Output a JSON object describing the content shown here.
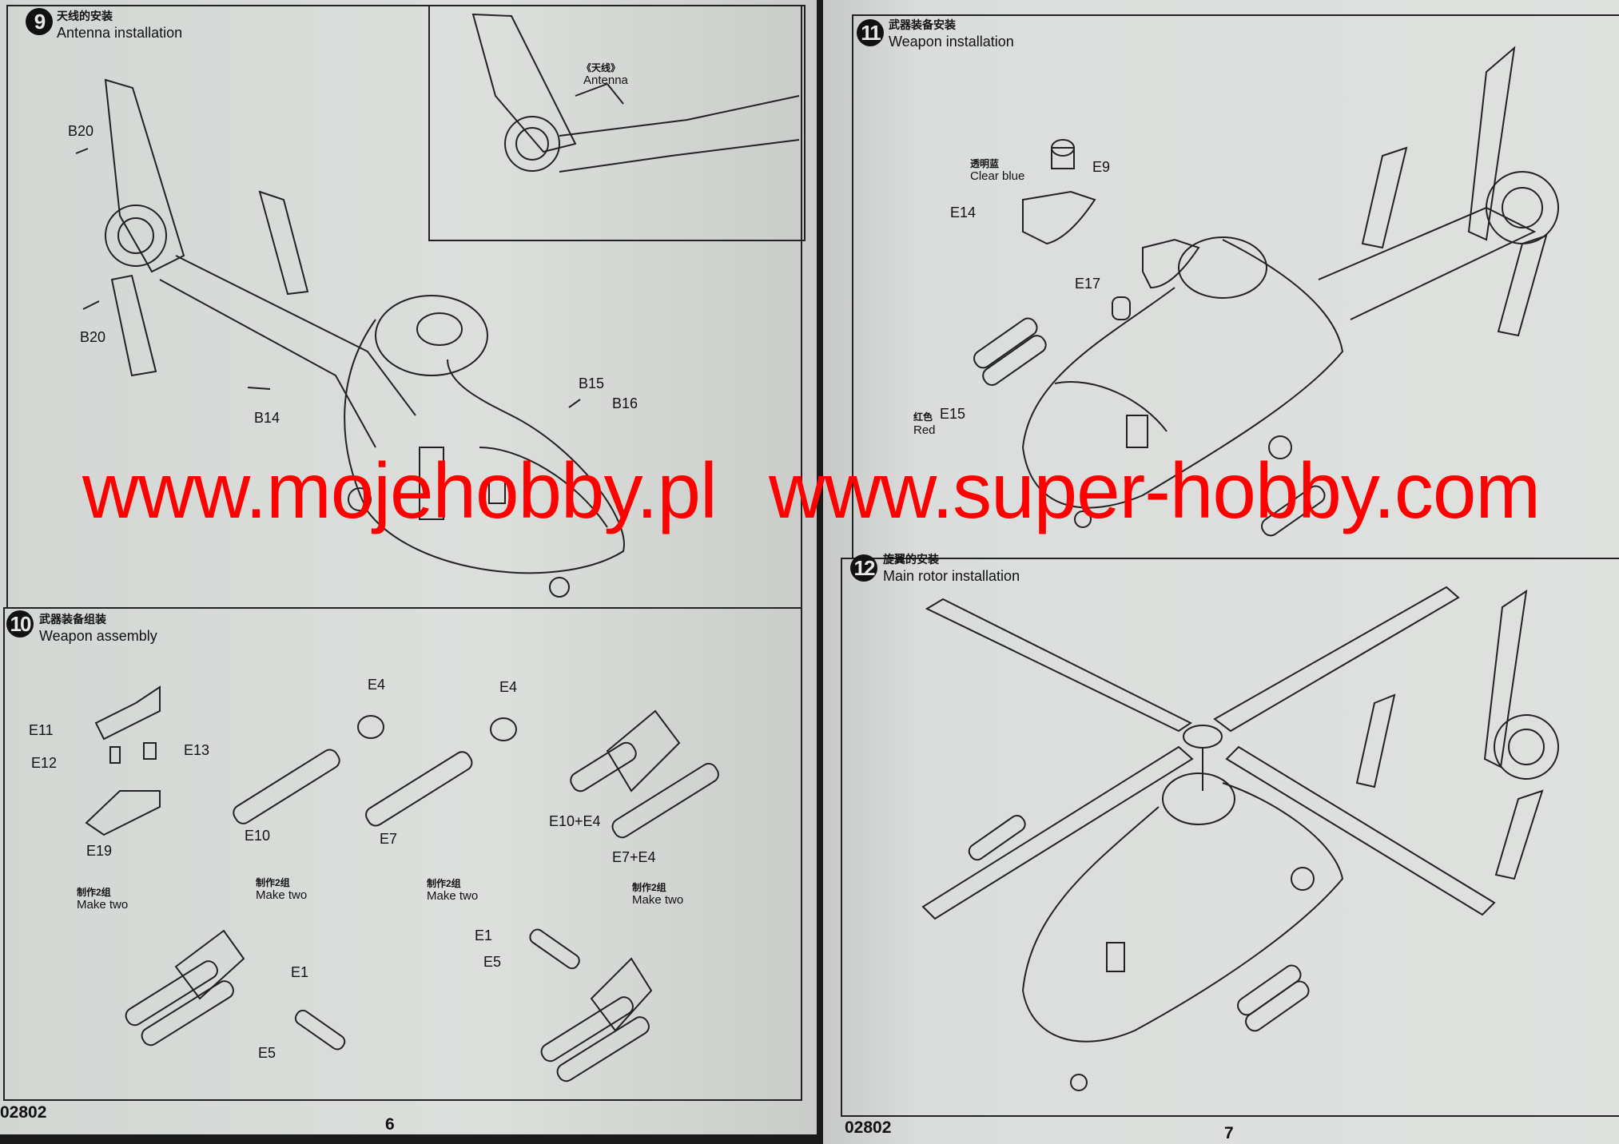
{
  "left_page": {
    "step9": {
      "number": "9",
      "title_cn": "天线的安装",
      "title_en": "Antenna installation",
      "inset_label_cn": "《天线》",
      "inset_label_en": "Antenna",
      "parts": [
        "B20",
        "B20",
        "B14",
        "B15",
        "B16"
      ]
    },
    "step10": {
      "number": "10",
      "title_cn": "武器装备组装",
      "title_en": "Weapon assembly",
      "parts": [
        "E11",
        "E12",
        "E13",
        "E19",
        "E4",
        "E4",
        "E10",
        "E7",
        "E10+E4",
        "E7+E4",
        "E1",
        "E5",
        "E1",
        "E5"
      ],
      "make_two_cn": "制作2组",
      "make_two_en": "Make two"
    },
    "footer_code": "02802",
    "page_number": "6"
  },
  "right_page": {
    "step11": {
      "number": "11",
      "title_cn": "武器装备安装",
      "title_en": "Weapon installation",
      "clear_blue_cn": "透明蓝",
      "clear_blue_en": "Clear blue",
      "red_cn": "红色",
      "red_en": "Red",
      "parts": [
        "E9",
        "E14",
        "E17",
        "E15"
      ]
    },
    "step12": {
      "number": "12",
      "title_cn": "旋翼的安装",
      "title_en": "Main rotor installation"
    },
    "footer_code": "02802",
    "page_number": "7"
  },
  "watermark": {
    "left": "www.mojehobby.pl",
    "right": "www.super-hobby.com",
    "color": "#ff0000"
  }
}
